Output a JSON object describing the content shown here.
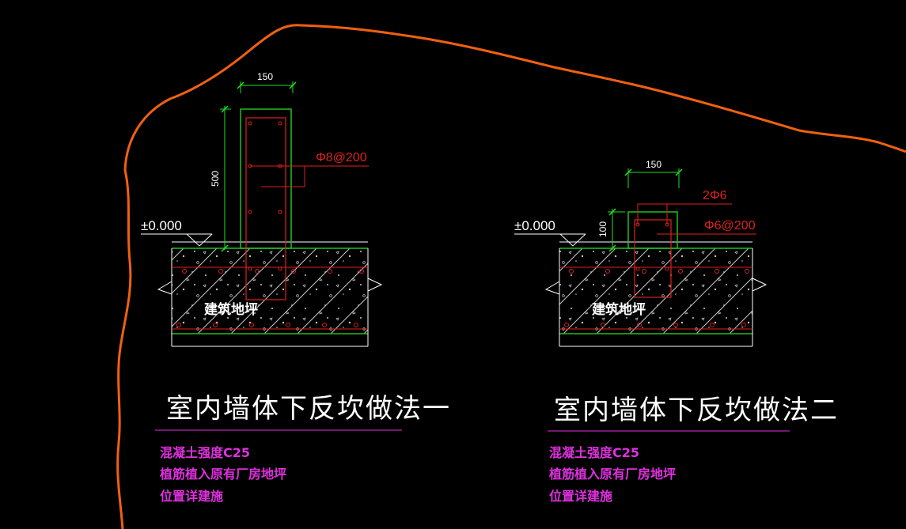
{
  "colors": {
    "background": "#000000",
    "concrete_outline": "#20c020",
    "rebar": "#e02020",
    "dimension": "#20e020",
    "text": "#ffffff",
    "note": "#e030e0",
    "revision_cloud": "#f06010",
    "hatch": "#c8c8c8"
  },
  "detail1": {
    "dim_width": "150",
    "dim_height": "500",
    "rebar_label": "Φ8@200",
    "elevation": "±0.000",
    "floor_label": "建筑地坪",
    "title": "室内墙体下反坎做法一",
    "notes": [
      "混凝土强度C25",
      "植筋植入原有厂房地坪",
      "位置详建施"
    ]
  },
  "detail2": {
    "dim_width": "150",
    "dim_height": "100",
    "rebar_label_top": "2Φ6",
    "rebar_label_stirrup": "Φ6@200",
    "elevation": "±0.000",
    "floor_label": "建筑地坪",
    "title": "室内墙体下反坎做法二",
    "notes": [
      "混凝土强度C25",
      "植筋植入原有厂房地坪",
      "位置详建施"
    ]
  }
}
